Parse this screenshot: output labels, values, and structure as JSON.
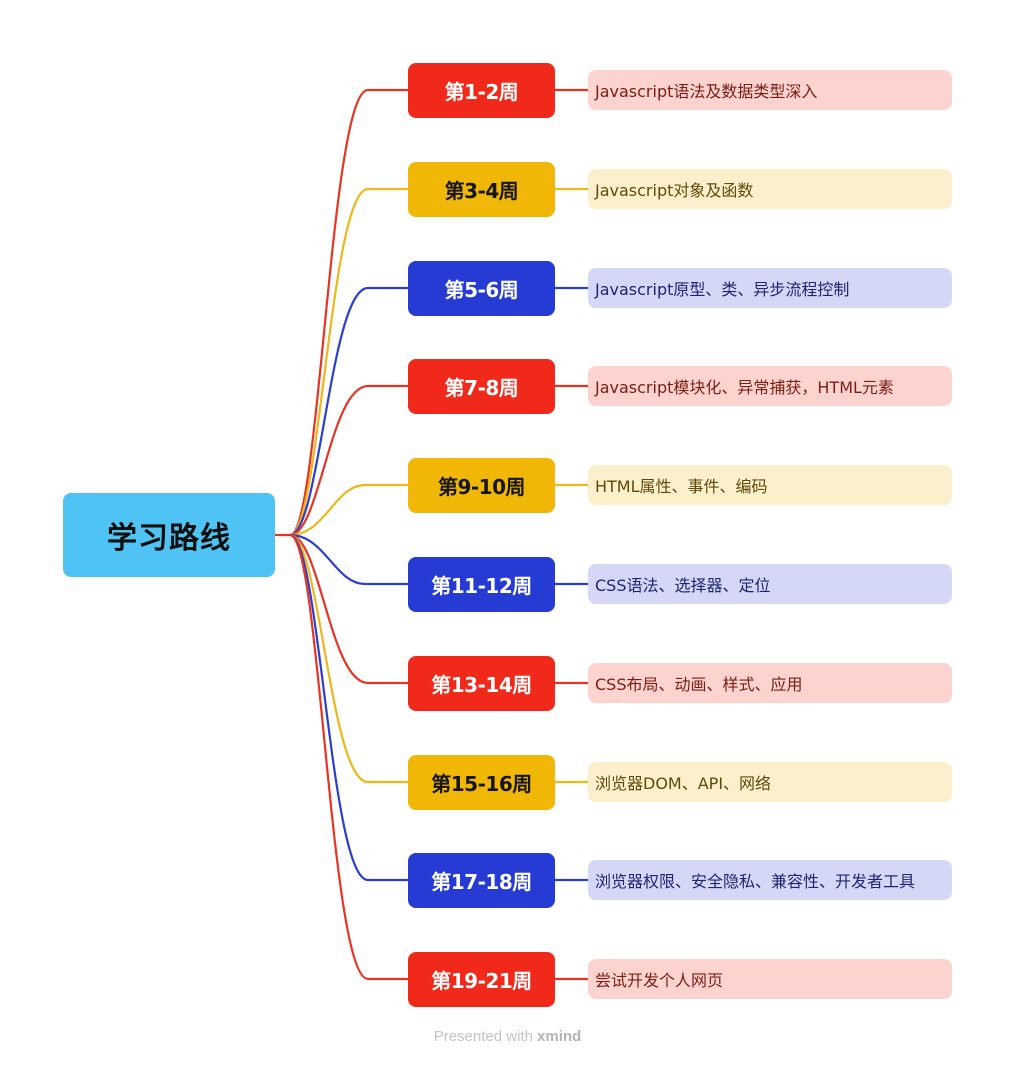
{
  "root": {
    "label": "学习路线",
    "color": "#4fc3f4"
  },
  "palette": {
    "red": {
      "node": "#f1291a",
      "line": "#e83323",
      "topic_bg": "#fdd3cf",
      "topic_text": "#7a1d15",
      "node_text": "#ffffff"
    },
    "yellow": {
      "node": "#f0b706",
      "line": "#eeb71a",
      "topic_bg": "#fbf0cb",
      "topic_text": "#5f4a08",
      "node_text": "#161616"
    },
    "blue": {
      "node": "#253bd3",
      "line": "#2a3fcd",
      "topic_bg": "#d4d8f6",
      "topic_text": "#1d2670",
      "node_text": "#ffffff"
    }
  },
  "branches": [
    {
      "week": "第1-2周",
      "topic": "Javascript语法及数据类型深入",
      "color": "red"
    },
    {
      "week": "第3-4周",
      "topic": "Javascript对象及函数",
      "color": "yellow"
    },
    {
      "week": "第5-6周",
      "topic": "Javascript原型、类、异步流程控制",
      "color": "blue"
    },
    {
      "week": "第7-8周",
      "topic": "Javascript模块化、异常捕获，HTML元素",
      "color": "red"
    },
    {
      "week": "第9-10周",
      "topic": "HTML属性、事件、编码",
      "color": "yellow"
    },
    {
      "week": "第11-12周",
      "topic": "CSS语法、选择器、定位",
      "color": "blue"
    },
    {
      "week": "第13-14周",
      "topic": "CSS布局、动画、样式、应用",
      "color": "red"
    },
    {
      "week": "第15-16周",
      "topic": "浏览器DOM、API、网络",
      "color": "yellow"
    },
    {
      "week": "第17-18周",
      "topic": "浏览器权限、安全隐私、兼容性、开发者工具",
      "color": "blue"
    },
    {
      "week": "第19-21周",
      "topic": "尝试开发个人网页",
      "color": "red"
    }
  ],
  "footer": {
    "prefix": "Presented with ",
    "brand": "xmind"
  }
}
